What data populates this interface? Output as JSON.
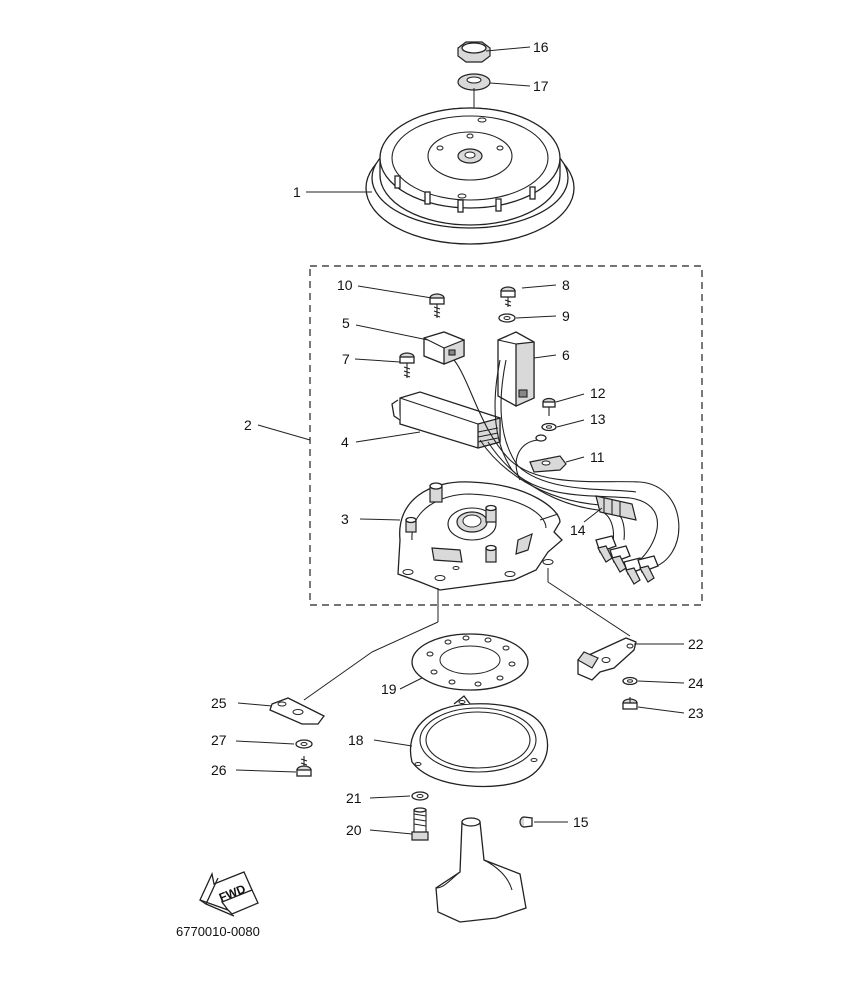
{
  "diagram": {
    "part_numbers": [
      "1",
      "2",
      "3",
      "4",
      "5",
      "6",
      "7",
      "8",
      "9",
      "10",
      "11",
      "12",
      "13",
      "14",
      "15",
      "16",
      "17",
      "18",
      "19",
      "20",
      "21",
      "22",
      "23",
      "24",
      "25",
      "26",
      "27"
    ],
    "fwd_label": "FWD",
    "footer_code": "6770010-0080"
  }
}
